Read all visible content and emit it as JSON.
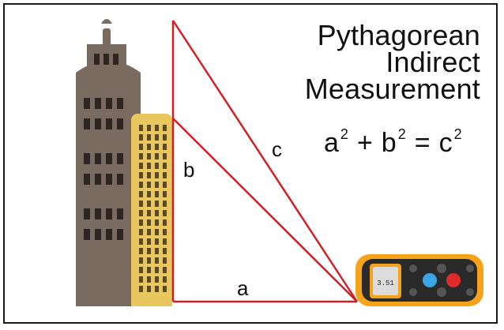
{
  "title": {
    "line1": "Pythagorean",
    "line2": "Indirect",
    "line3": "Measurement"
  },
  "formula": {
    "a": "a",
    "a_exp": "2",
    "plus": "+",
    "b": "b",
    "b_exp": "2",
    "equals": "=",
    "c": "c",
    "c_exp": "2"
  },
  "labels": {
    "side_a": "a",
    "side_b": "b",
    "side_c": "c"
  },
  "device": {
    "screen_text": "3.51"
  },
  "colors": {
    "triangle_lines": "#d21f26",
    "tall_building": "#7a6b60",
    "short_building": "#e8c85e",
    "device_body": "#f5a31a",
    "device_face": "#2a2a2a",
    "button_blue": "#3aa6e8",
    "button_red": "#e02b2b"
  }
}
